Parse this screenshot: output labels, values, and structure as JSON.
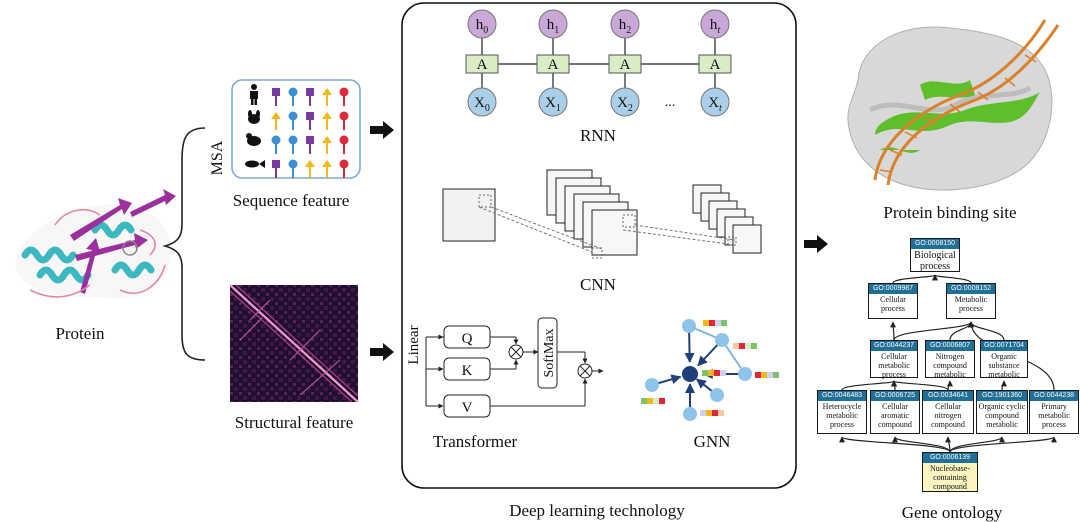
{
  "labels": {
    "protein": "Protein",
    "msa": "MSA",
    "sequence_feature": "Sequence feature",
    "structural_feature": "Structural feature",
    "rnn": "RNN",
    "cnn": "CNN",
    "transformer": "Transformer",
    "gnn": "GNN",
    "deep_learning": "Deep learning technology",
    "binding_site": "Protein binding site",
    "gene_ontology": "Gene ontology"
  },
  "rnn": {
    "hidden": [
      "h0",
      "h1",
      "h2",
      "ht"
    ],
    "cell": "A",
    "inputs": [
      "X0",
      "X1",
      "X2",
      "Xt"
    ],
    "ellipsis": "..."
  },
  "transformer": {
    "linear": "Linear",
    "q": "Q",
    "k": "K",
    "v": "V",
    "softmax": "SoftMax"
  },
  "gene_ontology": {
    "terms": [
      {
        "id": "GO:0008150",
        "name": "Biological process"
      },
      {
        "id": "GO:0009987",
        "name": "Cellular process"
      },
      {
        "id": "GO:0008152",
        "name": "Metabolic process"
      },
      {
        "id": "GO:0044237",
        "name": "Cellular metabolic process"
      },
      {
        "id": "GO:0006807",
        "name": "Nitrogen compound metabolic"
      },
      {
        "id": "GO:0071704",
        "name": "Organic substance metabolic"
      },
      {
        "id": "GO:0046483",
        "name": "Heterocycle metabolic process"
      },
      {
        "id": "GO:0006725",
        "name": "Cellular aromatic compound"
      },
      {
        "id": "GO:0034641",
        "name": "Cellular nitrogen compound"
      },
      {
        "id": "GO:1901360",
        "name": "Organic cyclic compound metabolic"
      },
      {
        "id": "GO:0044238",
        "name": "Primary metabolic process"
      },
      {
        "id": "GO:0006139",
        "name": "Nucleobase-containing compound"
      }
    ]
  },
  "colors": {
    "rnn_hidden": "#c9a7d6",
    "rnn_cell": "#d8ecc5",
    "rnn_input": "#a9cfe9",
    "go_header": "#1f6f97",
    "go_leaf": "#fbf4c0",
    "contact_map_bg": "#1b0f2a",
    "contact_map_fg": "#d25ea0",
    "binding_green": "#5fbf2a",
    "dna_orange": "#d9822b",
    "helix_cyan": "#3cb8c0",
    "sheet_magenta": "#9b2f9e"
  }
}
